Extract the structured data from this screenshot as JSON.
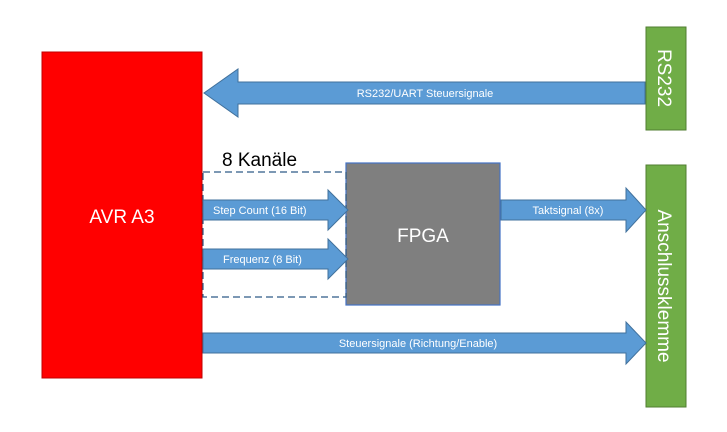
{
  "blocks": {
    "avr": {
      "label": "AVR A3",
      "color": "#ff0000"
    },
    "fpga": {
      "label": "FPGA",
      "color": "#7f7f7f"
    },
    "rs232": {
      "label": "RS232",
      "color": "#70ad47"
    },
    "terminal": {
      "label": "Anschlussklemme",
      "color": "#70ad47"
    }
  },
  "group": {
    "label": "8 Kanäle"
  },
  "arrows": {
    "rs232_uart": {
      "label": "RS232/UART Steuersignale"
    },
    "step_count": {
      "label": "Step Count (16 Bit)"
    },
    "frequenz": {
      "label": "Frequenz (8 Bit)"
    },
    "taktsignal": {
      "label": "Taktsignal (8x)"
    },
    "steuersignale": {
      "label": "Steuersignale (Richtung/Enable)"
    }
  },
  "colors": {
    "arrow_fill": "#5b9bd5",
    "arrow_stroke": "#41719c",
    "dashed_line": "#2e5a86"
  }
}
